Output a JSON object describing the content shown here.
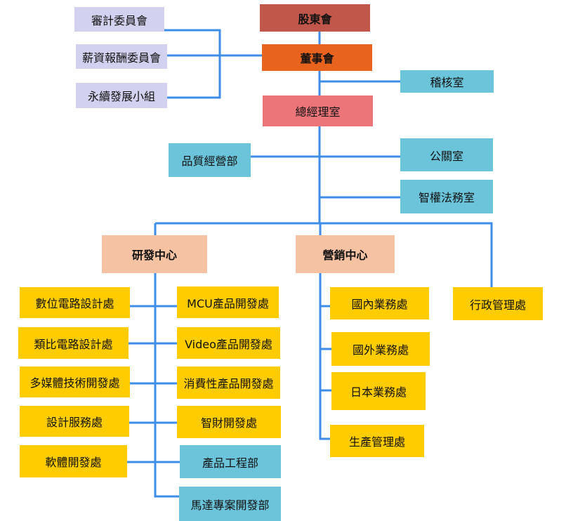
{
  "colors": {
    "line": "#3E8EE8",
    "shareholders": "#C0574A",
    "board": "#E8641E",
    "gm": "#EC757A"
  },
  "top": {
    "shareholders": "股東會",
    "board": "董事會",
    "gm_office": "總經理室"
  },
  "committees": [
    "審計委員會",
    "薪資報酬委員會",
    "永續發展小組"
  ],
  "audit": "稽核室",
  "staff": {
    "quality": "品質經營部",
    "pr": "公關室",
    "ip_legal": "智權法務室"
  },
  "centers": {
    "rd": "研發中心",
    "marketing": "營銷中心",
    "admin": "行政管理處"
  },
  "rd_left": [
    "數位電路設計處",
    "類比電路設計處",
    "多媒體技術開發處",
    "設計服務處",
    "軟體開發處"
  ],
  "rd_right": [
    "MCU產品開發處",
    "Video產品開發處",
    "消費性產品開發處",
    "智財開發處",
    "產品工程部",
    "馬達專案開發部"
  ],
  "marketing_units": [
    "國內業務處",
    "國外業務處",
    "日本業務處",
    "生產管理處"
  ]
}
